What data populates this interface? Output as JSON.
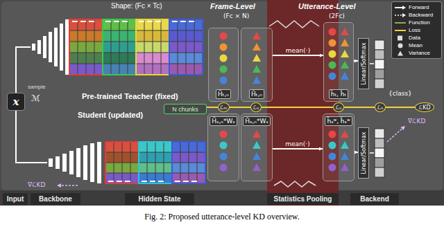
{
  "diagram": {
    "caption": "Fig. 2: Proposed utterance-level KD overview.",
    "nodes": [
      {
        "text": [
          "x"
        ]
      },
      {
        "text": [
          "H̄ₜ,ₙ"
        ]
      },
      {
        "text": [
          "Ȟₜ,ₙ"
        ]
      },
      {
        "text": [
          "h̄ₜ, ȟₜ"
        ]
      },
      {
        "text": [
          "Linear/Softmax"
        ]
      },
      {
        "text": [
          "N chunks"
        ]
      },
      {
        "text": [
          "H̄ₛ,ₙ*Wₛ"
        ]
      },
      {
        "text": [
          "Ȟₛ,ₙ*Wₛ"
        ]
      },
      {
        "text": [
          "h̄ₛʷ, ȟₛʷ"
        ]
      },
      {
        "text": [
          "Linear/Softmax"
        ]
      },
      {
        "text": [
          "ℒₘ"
        ]
      },
      {
        "text": [
          "ℒᵥ"
        ]
      },
      {
        "text": [
          "ℒᵤ"
        ]
      },
      {
        "text": [
          "ℒₒ"
        ]
      },
      {
        "text": [
          "ℒKD"
        ]
      },
      {
        "text": [
          "Input"
        ]
      },
      {
        "text": [
          "Backbone"
        ]
      },
      {
        "text": [
          "Hidden State"
        ]
      },
      {
        "text": [
          "Statistics Pooling"
        ]
      },
      {
        "text": [
          "Backend"
        ]
      }
    ],
    "edges": [
      {
        "from": 2,
        "to": 3,
        "label": "mean(·)",
        "arrow": "to"
      },
      {
        "from": 7,
        "to": 8,
        "label": "mean(·)",
        "arrow": "to"
      },
      {
        "from": 3,
        "to": 4,
        "arrow": "to"
      },
      {
        "from": 8,
        "to": 9,
        "arrow": "to"
      },
      {
        "from": 10,
        "to": 11,
        "arrow": "none"
      },
      {
        "from": 11,
        "to": 12,
        "arrow": "none"
      },
      {
        "from": 12,
        "to": 13,
        "arrow": "none"
      },
      {
        "from": 13,
        "to": 14,
        "arrow": "none"
      }
    ],
    "labels": [
      "Shape: (Fc × Tc)",
      "Frame-Level",
      "Utterance-Level",
      "(Fc × N)",
      "(2Fc)",
      "sample",
      "ℳ",
      "Pre-trained Teacher (fixed)",
      "Student (updated)",
      "{class}",
      "∇ℒKD",
      "∇ℒKD"
    ],
    "legend": [
      {
        "text": "Forward"
      },
      {
        "text": "Backward"
      },
      {
        "text": "Function"
      },
      {
        "text": "Loss"
      },
      {
        "text": "Data"
      },
      {
        "text": "Mean"
      },
      {
        "text": "Variance"
      }
    ]
  }
}
